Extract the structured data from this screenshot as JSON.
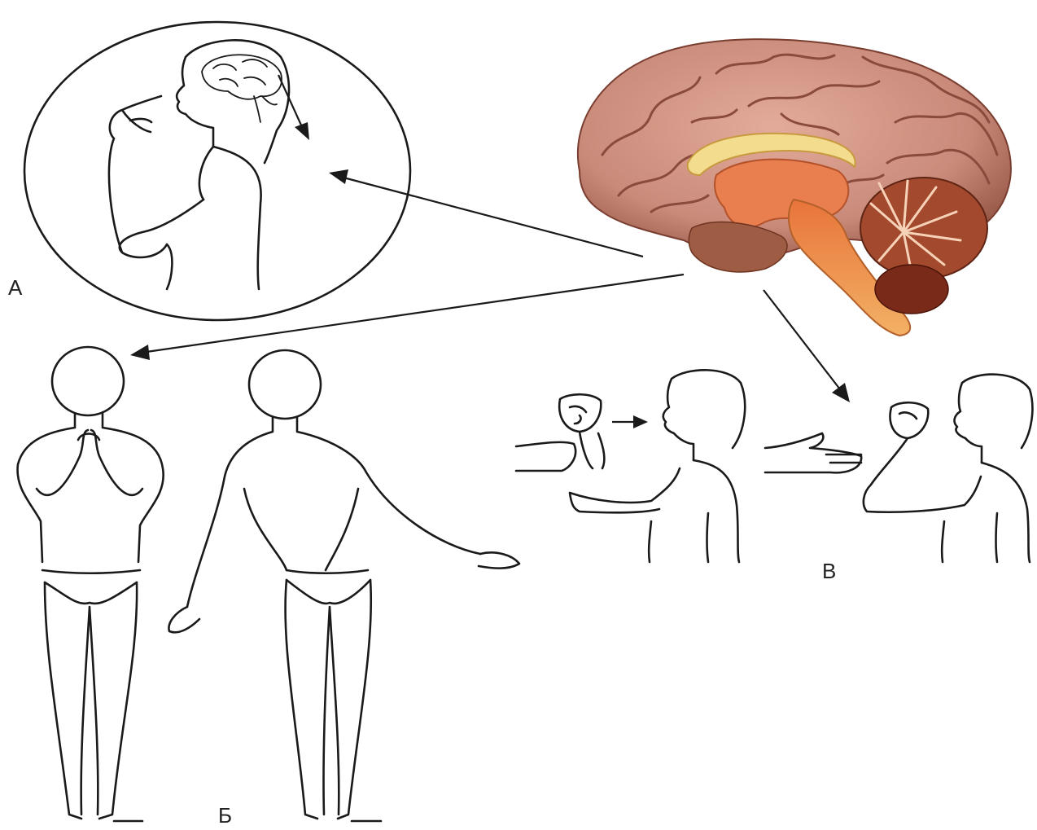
{
  "panels": {
    "a": {
      "label": "А"
    },
    "b": {
      "label": "Б"
    },
    "c": {
      "label": "В"
    }
  },
  "colors": {
    "line": "#1a1a1a",
    "cortex": "#c98a7a",
    "cortex_dark": "#8a4a3c",
    "corpus_callosum": "#f3dc8e",
    "brainstem": "#e8924a",
    "cerebellum": "#a34a2e",
    "background": "#ffffff"
  }
}
